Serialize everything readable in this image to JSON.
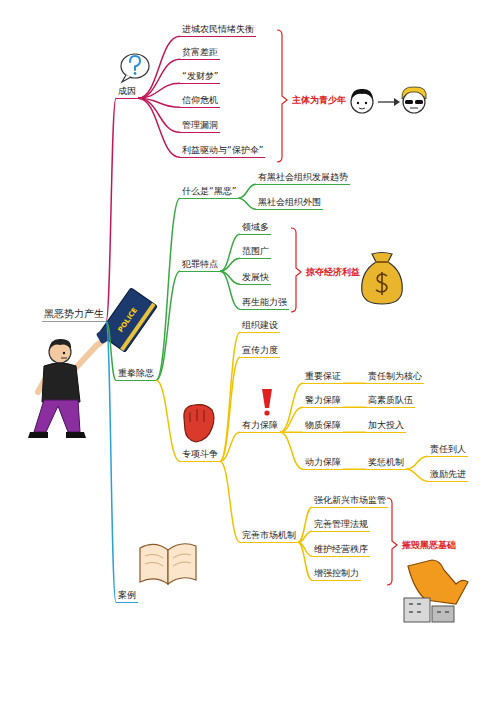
{
  "diagram": {
    "nodes": [
      {
        "text": [
          "黑恶势力产生"
        ]
      },
      {
        "text": [
          "成因"
        ]
      },
      {
        "text": [
          "进城农民情绪失衡"
        ]
      },
      {
        "text": [
          "贫富差距"
        ]
      },
      {
        "text": [
          "“发财梦”"
        ]
      },
      {
        "text": [
          "信仰危机"
        ]
      },
      {
        "text": [
          "管理漏洞"
        ]
      },
      {
        "text": [
          "利益驱动与“保护伞”"
        ]
      },
      {
        "text": [
          "重拳除恶"
        ]
      },
      {
        "text": [
          "什么是“黑恶”"
        ]
      },
      {
        "text": [
          "有黑社会组织发展趋势"
        ]
      },
      {
        "text": [
          "黑社会组织外围"
        ]
      },
      {
        "text": [
          "犯罪特点"
        ]
      },
      {
        "text": [
          "领域多"
        ]
      },
      {
        "text": [
          "范围广"
        ]
      },
      {
        "text": [
          "发展快"
        ]
      },
      {
        "text": [
          "再生能力强"
        ]
      },
      {
        "text": [
          "专项斗争"
        ]
      },
      {
        "text": [
          "组织建设"
        ]
      },
      {
        "text": [
          "宣传力度"
        ]
      },
      {
        "text": [
          "有力保障"
        ]
      },
      {
        "text": [
          "重要保证"
        ]
      },
      {
        "text": [
          "责任制为核心"
        ]
      },
      {
        "text": [
          "警力保障"
        ]
      },
      {
        "text": [
          "高素质队伍"
        ]
      },
      {
        "text": [
          "物质保障"
        ]
      },
      {
        "text": [
          "加大投入"
        ]
      },
      {
        "text": [
          "动力保障"
        ]
      },
      {
        "text": [
          "奖惩机制"
        ]
      },
      {
        "text": [
          "责任到人"
        ]
      },
      {
        "text": [
          "激励先进"
        ]
      },
      {
        "text": [
          "完善市场机制"
        ]
      },
      {
        "text": [
          "强化新兴市场监管"
        ]
      },
      {
        "text": [
          "完善管理法规"
        ]
      },
      {
        "text": [
          "维护经营秩序"
        ]
      },
      {
        "text": [
          "增强控制力"
        ]
      },
      {
        "text": [
          "案例"
        ]
      }
    ],
    "edges": [
      {
        "from": 0,
        "to": 1,
        "arrow": "none"
      },
      {
        "from": 1,
        "to": 2,
        "arrow": "none"
      },
      {
        "from": 1,
        "to": 3,
        "arrow": "none"
      },
      {
        "from": 1,
        "to": 4,
        "arrow": "none"
      },
      {
        "from": 1,
        "to": 5,
        "arrow": "none"
      },
      {
        "from": 1,
        "to": 6,
        "arrow": "none"
      },
      {
        "from": 1,
        "to": 7,
        "arrow": "none"
      },
      {
        "from": 0,
        "to": 8,
        "arrow": "none"
      },
      {
        "from": 8,
        "to": 9,
        "arrow": "none"
      },
      {
        "from": 9,
        "to": 10,
        "arrow": "none"
      },
      {
        "from": 9,
        "to": 11,
        "arrow": "none"
      },
      {
        "from": 8,
        "to": 12,
        "arrow": "none"
      },
      {
        "from": 12,
        "to": 13,
        "arrow": "none"
      },
      {
        "from": 12,
        "to": 14,
        "arrow": "none"
      },
      {
        "from": 12,
        "to": 15,
        "arrow": "none"
      },
      {
        "from": 12,
        "to": 16,
        "arrow": "none"
      },
      {
        "from": 8,
        "to": 17,
        "arrow": "none"
      },
      {
        "from": 17,
        "to": 18,
        "arrow": "none"
      },
      {
        "from": 17,
        "to": 19,
        "arrow": "none"
      },
      {
        "from": 17,
        "to": 20,
        "arrow": "none"
      },
      {
        "from": 20,
        "to": 21,
        "arrow": "none"
      },
      {
        "from": 21,
        "to": 22,
        "arrow": "none"
      },
      {
        "from": 20,
        "to": 23,
        "arrow": "none"
      },
      {
        "from": 23,
        "to": 24,
        "arrow": "none"
      },
      {
        "from": 20,
        "to": 25,
        "arrow": "none"
      },
      {
        "from": 25,
        "to": 26,
        "arrow": "none"
      },
      {
        "from": 20,
        "to": 27,
        "arrow": "none"
      },
      {
        "from": 27,
        "to": 28,
        "arrow": "none"
      },
      {
        "from": 28,
        "to": 29,
        "arrow": "none"
      },
      {
        "from": 28,
        "to": 30,
        "arrow": "none"
      },
      {
        "from": 17,
        "to": 31,
        "arrow": "none"
      },
      {
        "from": 31,
        "to": 32,
        "arrow": "none"
      },
      {
        "from": 31,
        "to": 33,
        "arrow": "none"
      },
      {
        "from": 31,
        "to": 34,
        "arrow": "none"
      },
      {
        "from": 31,
        "to": 35,
        "arrow": "none"
      },
      {
        "from": 0,
        "to": 36,
        "arrow": "none"
      }
    ],
    "labels": [
      "主体为青少年",
      "掠夺经济利益",
      "摧毁黑恶基础",
      "POLICE"
    ]
  }
}
